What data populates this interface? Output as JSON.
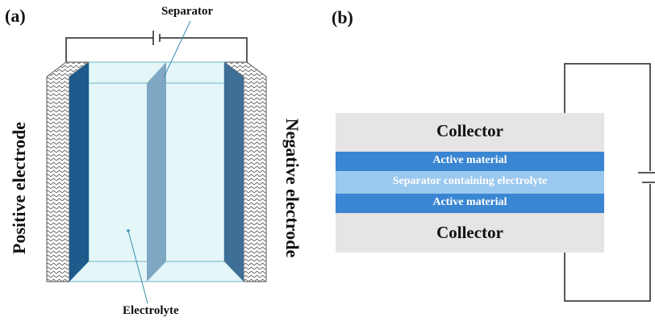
{
  "panel_a": {
    "label": "(a)",
    "separator_label": "Separator",
    "electrolyte_label": "Electrolyte",
    "positive_label": "Positive electrode",
    "negative_label": "Negative electrode"
  },
  "panel_b": {
    "label": "(b)",
    "top_collector": "Collector",
    "active_top": "Active material",
    "separator_layer": "Separator containing electrolyte",
    "active_bottom": "Active material",
    "bottom_collector": "Collector"
  },
  "colors": {
    "electrode_dark": "#1f5a8c",
    "separator_blue": "#7fa7c3",
    "electrolyte_fill": "#e4f6f8",
    "collector_gray": "#e6e4e4",
    "active_blue": "#3a86d2",
    "separator_layer_blue": "#9bc8ef"
  }
}
